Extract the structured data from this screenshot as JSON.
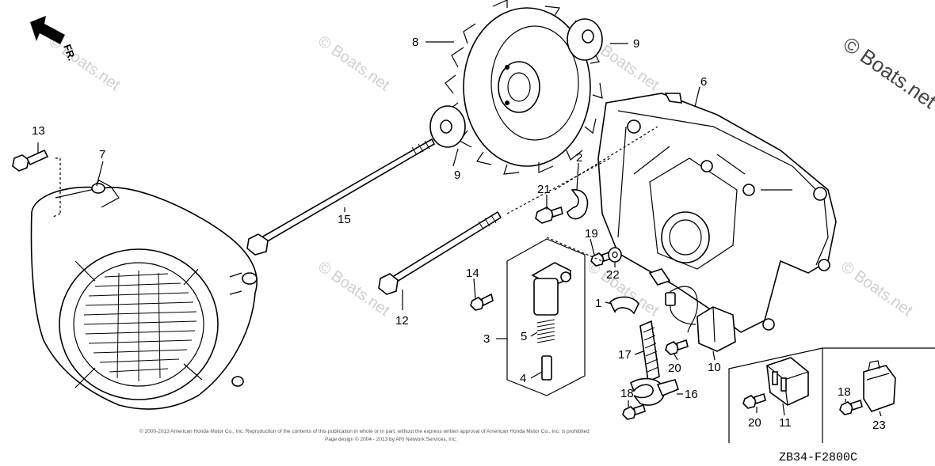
{
  "diagram": {
    "direction_label": "FR.",
    "diagram_code": "ZB34-F2800C",
    "watermark": "© Boats.net",
    "copyright_line1": "© 2000-2013 American Honda Motor Co., Inc. Reproduction of the contents of this publication in whole or in part, without the express written approval of American Honda Motor Co., Inc. is prohibited",
    "copyright_line2": "Page design © 2004 - 2013 by ARI Network Services, Inc.",
    "callouts": {
      "c1": "1",
      "c2": "2",
      "c3": "3",
      "c4": "4",
      "c5": "5",
      "c6": "6",
      "c7": "7",
      "c8": "8",
      "c9a": "9",
      "c9b": "9",
      "c10": "10",
      "c11": "11",
      "c12": "12",
      "c13": "13",
      "c14": "14",
      "c15": "15",
      "c16": "16",
      "c17": "17",
      "c18a": "18",
      "c18b": "18",
      "c19": "19",
      "c20a": "20",
      "c20b": "20",
      "c21": "21",
      "c22": "22",
      "c23": "23"
    }
  }
}
